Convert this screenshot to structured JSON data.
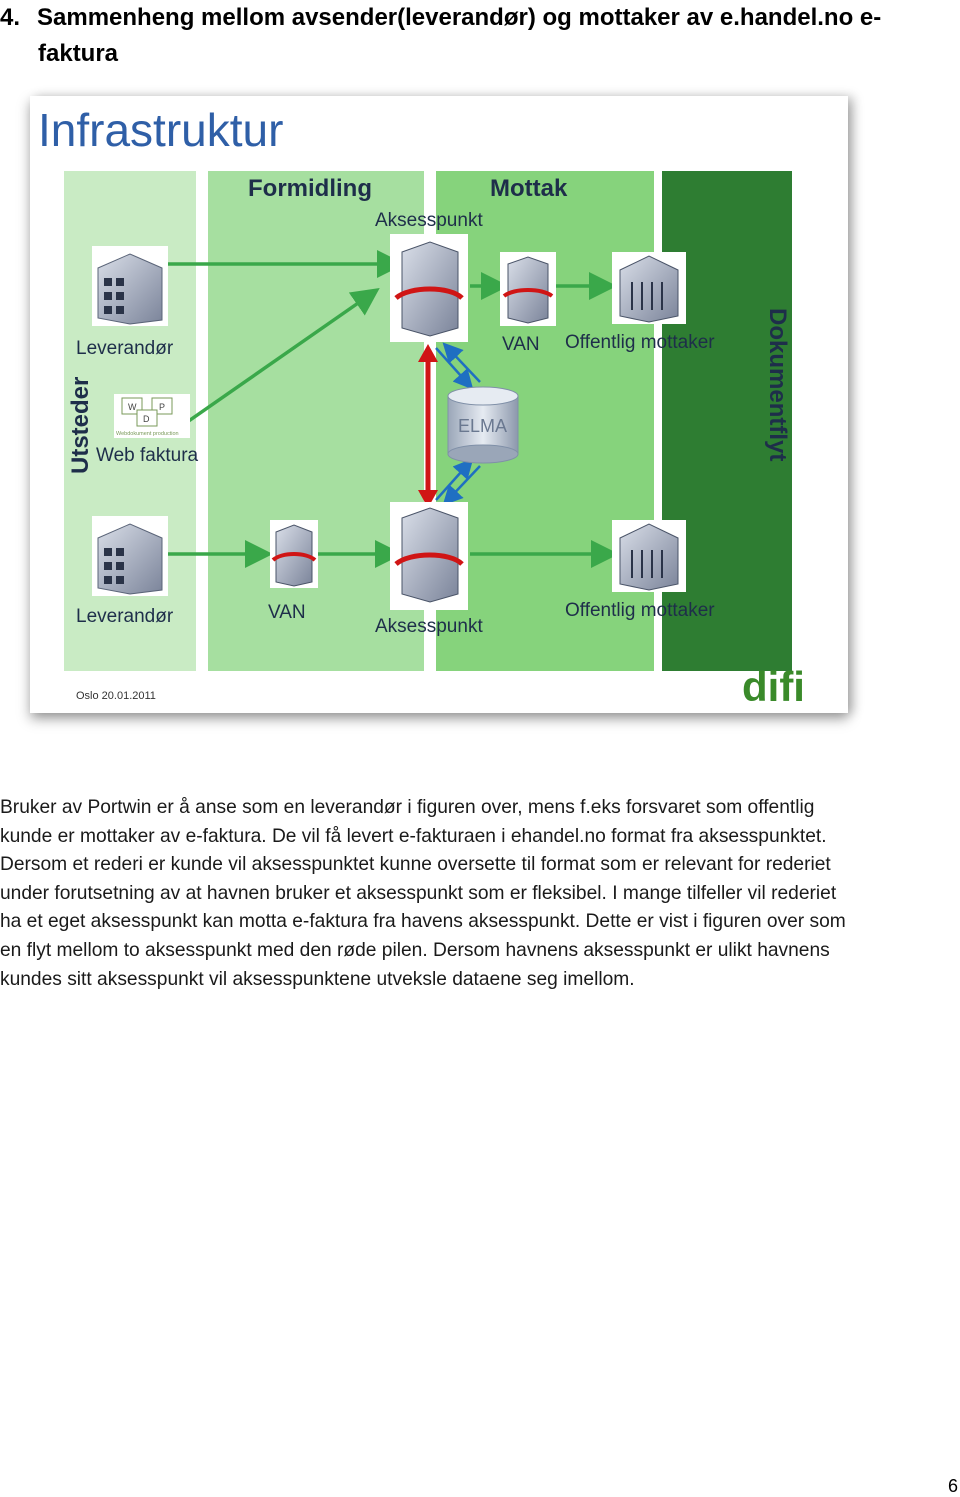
{
  "heading": {
    "number": "4.",
    "line1": "Sammenheng mellom avsender(leverandør) og mottaker av e.handel.no e-",
    "line2": "faktura"
  },
  "figure": {
    "title": "Infrastruktur",
    "columns": {
      "utsteder": "Utsteder",
      "formidling": "Formidling",
      "mottak": "Mottak",
      "dokumentflyt": "Dokumentflyt"
    },
    "labels": {
      "leverandor_top": "Leverandør",
      "web_faktura": "Web faktura",
      "leverandor_bottom": "Leverandør",
      "van_bottom": "VAN",
      "aksesspunkt_top": "Aksesspunkt",
      "aksesspunkt_bottom": "Aksesspunkt",
      "van_top": "VAN",
      "offentlig_mottaker_top": "Offentlig mottaker",
      "offentlig_mottaker_bottom": "Offentlig mottaker",
      "elma": "ELMA",
      "wp_logo_w": "W",
      "wp_logo_p": "P",
      "wp_logo_d": "D",
      "wp_logo_caption": "Webdokument production"
    },
    "date": "Oslo 20.01.2011",
    "logo": "difi",
    "colors": {
      "utsteder": "#c9ebc4",
      "formidling": "#a6dfa0",
      "mottak": "#86d37c",
      "dokumentflyt": "#2e7d32",
      "arrow_green": "#3aa84a",
      "arrow_red": "#d01515",
      "arrow_blue": "#1f6fc2"
    }
  },
  "body": {
    "lines": [
      "Bruker av Portwin er å anse som en leverandør i figuren over, mens f.eks forsvaret som offentlig",
      "kunde er mottaker av e-faktura. De vil få levert e-fakturaen i ehandel.no format fra aksesspunktet.",
      "Dersom et rederi er kunde vil aksesspunktet kunne oversette til format som er relevant for rederiet",
      "under forutsetning av at havnen bruker et aksesspunkt som er fleksibel. I mange tilfeller vil rederiet",
      "ha et eget aksesspunkt kan motta e-faktura fra havens aksesspunkt. Dette er vist i figuren over som",
      "en flyt mellom to aksesspunkt med den røde pilen. Dersom havnens aksesspunkt er ulikt havnens",
      "kundes sitt aksesspunkt vil aksesspunktene utveksle dataene seg imellom."
    ]
  },
  "page_number": "6"
}
